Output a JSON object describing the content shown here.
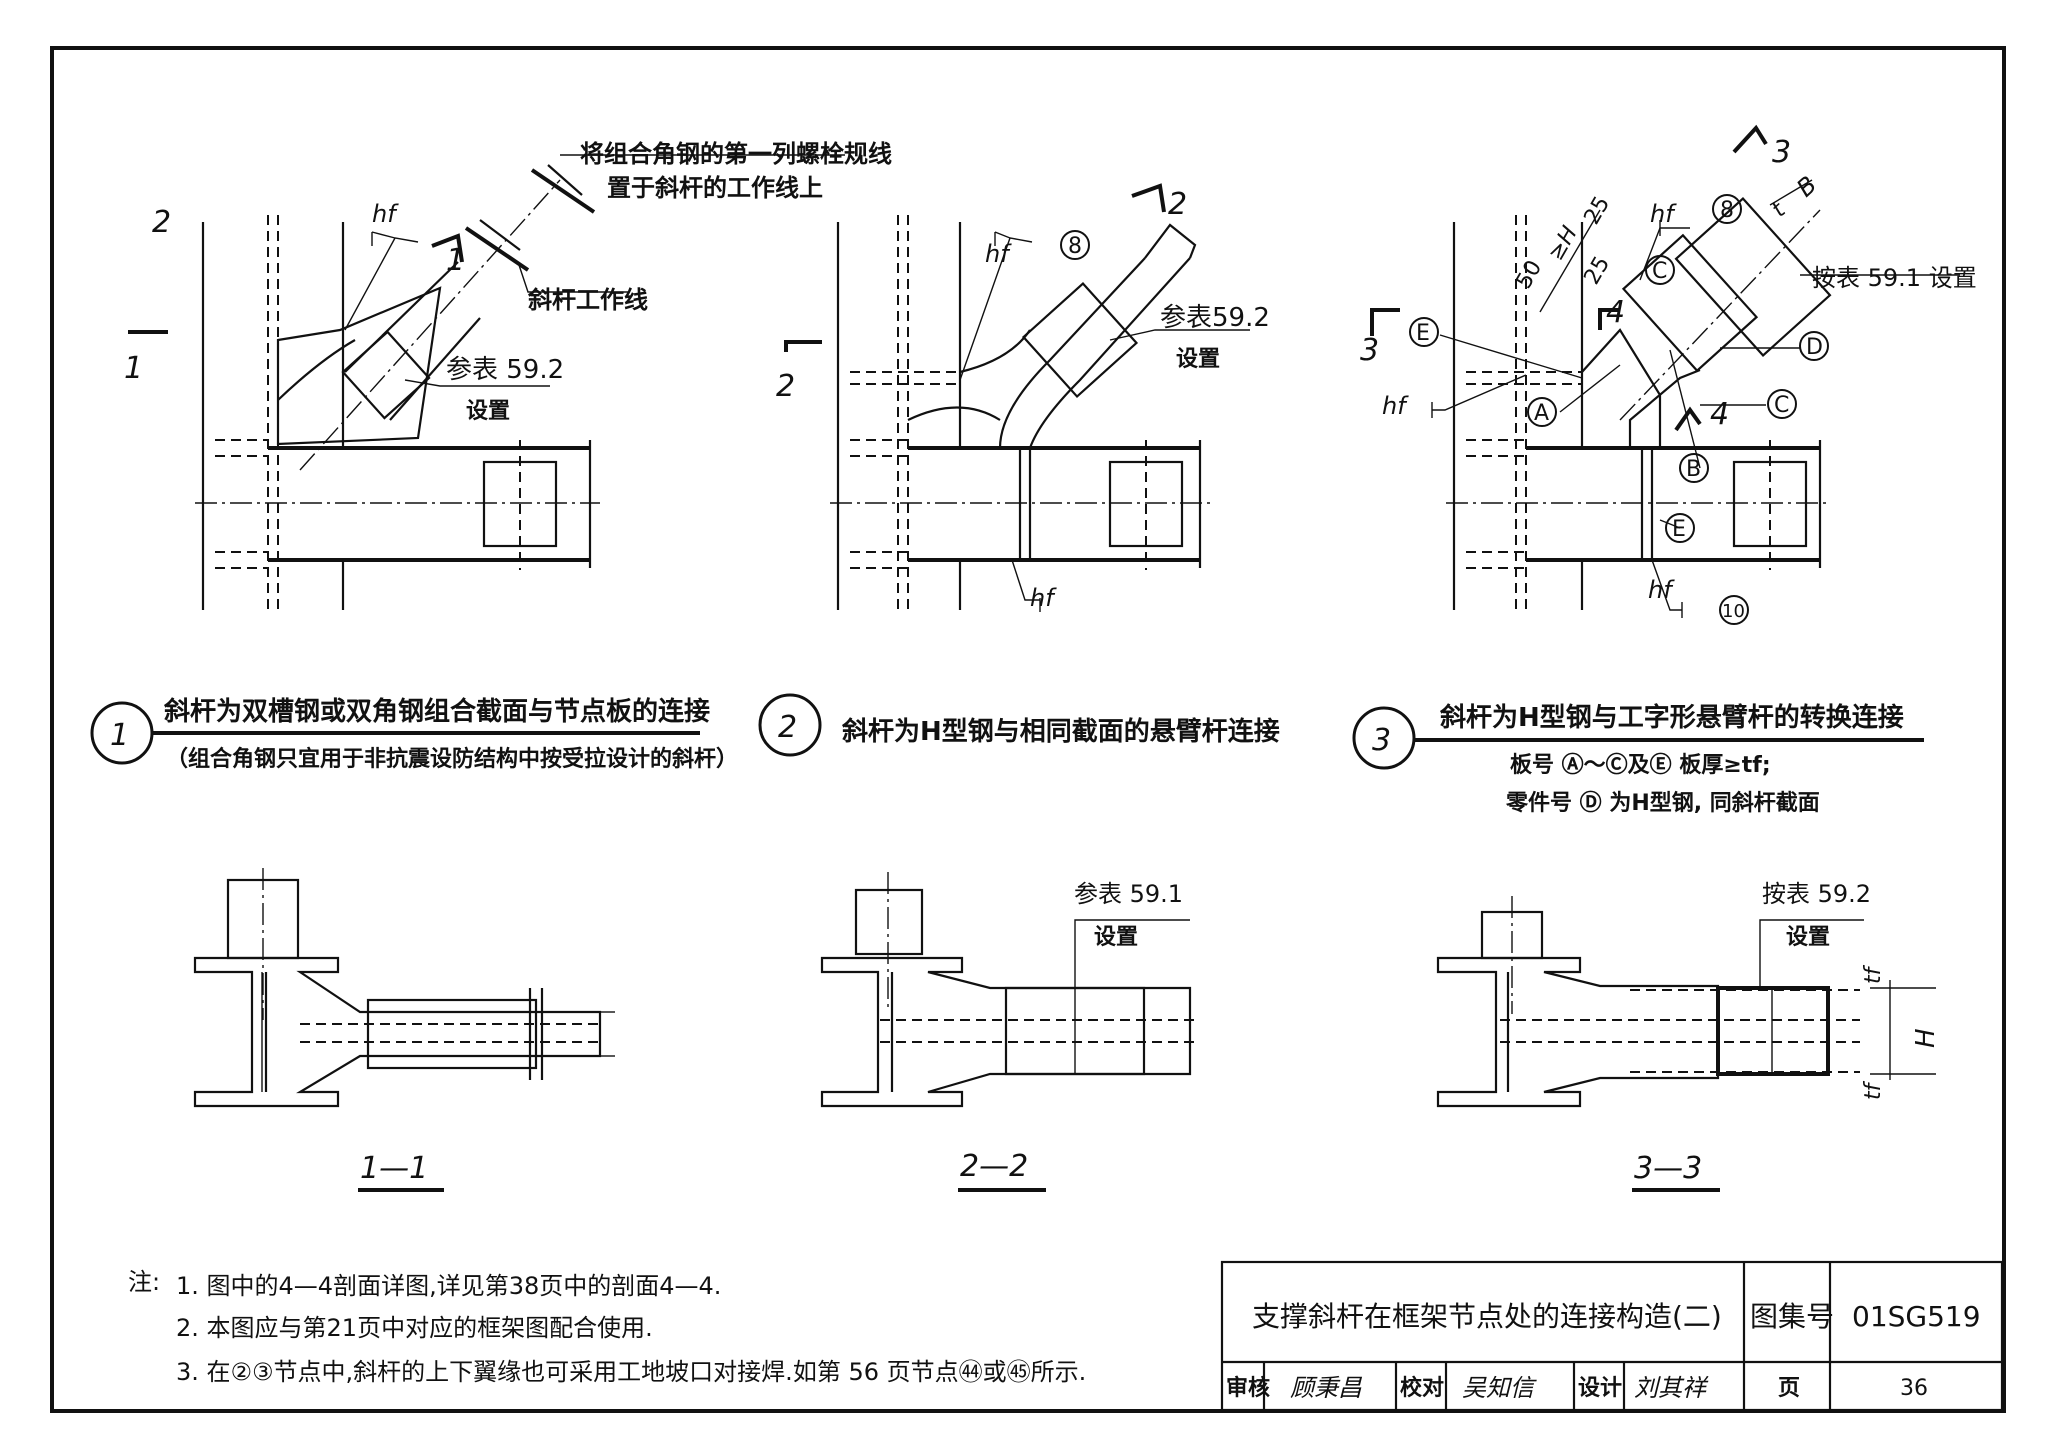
{
  "detail1": {
    "section_no_top": "2",
    "section_no_left": "1",
    "section_no_mid": "1",
    "weld_hf": "hf",
    "note_bolt_line_1": "将组合角钢的第一列螺栓规线",
    "note_bolt_line_2": "置于斜杆的工作线上",
    "work_line": "斜杆工作线",
    "ref_table": "参表 59.2",
    "ref_set": "设置",
    "circle_no": "1",
    "title": "斜杆为双槽钢或双角钢组合截面与节点板的连接",
    "subtitle": "（组合角钢只宜用于非抗震设防结构中按受拉设计的斜杆）"
  },
  "detail2": {
    "section_no_top": "2",
    "section_no_left": "2",
    "weld_hf": "hf",
    "weld_hf_bottom": "hf",
    "weld_ref": "8",
    "ref_table": "参表59.2",
    "ref_set": "设置",
    "circle_no": "2",
    "title": "斜杆为H型钢与相同截面的悬臂杆连接"
  },
  "detail3": {
    "section_no_top": "3",
    "section_no_left": "3",
    "section_4_a": "4",
    "section_4_b": "4",
    "weld_hf_top": "hf",
    "weld_hf_left": "hf",
    "weld_hf_bottom": "hf",
    "weld_ref_top": "8",
    "weld_ref_bottom": "10",
    "dim_50": "50",
    "dim_H": "≥H",
    "dim_25a": "25",
    "dim_25b": "25",
    "dim_B": "B",
    "dim_t": "t",
    "ref_table": "按表 59.1 设置",
    "plate_A": "A",
    "plate_B": "B",
    "plate_C1": "C",
    "plate_C2": "C",
    "plate_D": "D",
    "plate_E1": "E",
    "plate_E2": "E",
    "circle_no": "3",
    "title": "斜杆为H型钢与工字形悬臂杆的转换连接",
    "note_1": "板号 Ⓐ～Ⓒ及Ⓔ 板厚≥tf;",
    "note_2": "零件号 Ⓓ 为H型钢, 同斜杆截面"
  },
  "section11": {
    "label": "1—1"
  },
  "section22": {
    "label": "2—2",
    "ref_table": "参表 59.1",
    "ref_set": "设置"
  },
  "section33": {
    "label": "3—3",
    "ref_table": "按表 59.2",
    "ref_set": "设置",
    "dim_tf_top": "tf",
    "dim_tf_bottom": "tf",
    "dim_H": "H"
  },
  "notes": {
    "label": "注:",
    "items": [
      "1. 图中的4—4剖面详图,详见第38页中的剖面4—4.",
      "2. 本图应与第21页中对应的框架图配合使用.",
      "3. 在②③节点中,斜杆的上下翼缘也可采用工地坡口对接焊.如第 56 页节点㊹或㊺所示."
    ]
  },
  "title_block": {
    "title": "支撑斜杆在框架节点处的连接构造(二)",
    "atlas_label": "图集号",
    "atlas_no": "01SG519",
    "review_label": "审核",
    "review_name": "顾秉昌",
    "check_label": "校对",
    "check_name": "吴知信",
    "design_label": "设计",
    "design_name": "刘其祥",
    "page_label": "页",
    "page_no": "36"
  }
}
